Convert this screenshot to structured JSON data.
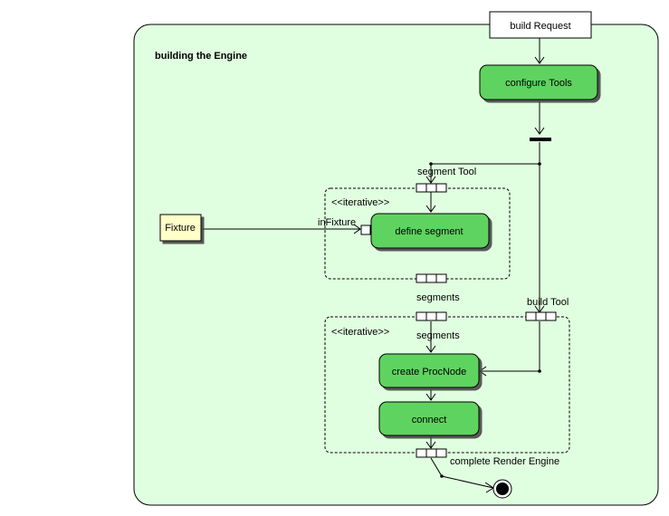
{
  "diagram": {
    "title": "building the Engine",
    "colors": {
      "frame_fill": "#e0ffe0",
      "action_fill": "#5ed35e",
      "object_fill": "#ffffc8",
      "line": "#000000"
    },
    "initial_object": "build Request",
    "actions": {
      "configure_tools": "configure Tools",
      "define_segment": "define segment",
      "create_procnode": "create ProcNode",
      "connect": "connect"
    },
    "object_node": "Fixture",
    "regions": {
      "top_stereotype": "<<iterative>>",
      "bottom_stereotype": "<<iterative>>"
    },
    "pins": {
      "segment_tool": "segment Tool",
      "in_fixture": "inFixture",
      "segments_out": "segments",
      "segments_in": "segments",
      "build_tool": "build Tool",
      "complete_render_engine": "complete Render Engine"
    }
  }
}
